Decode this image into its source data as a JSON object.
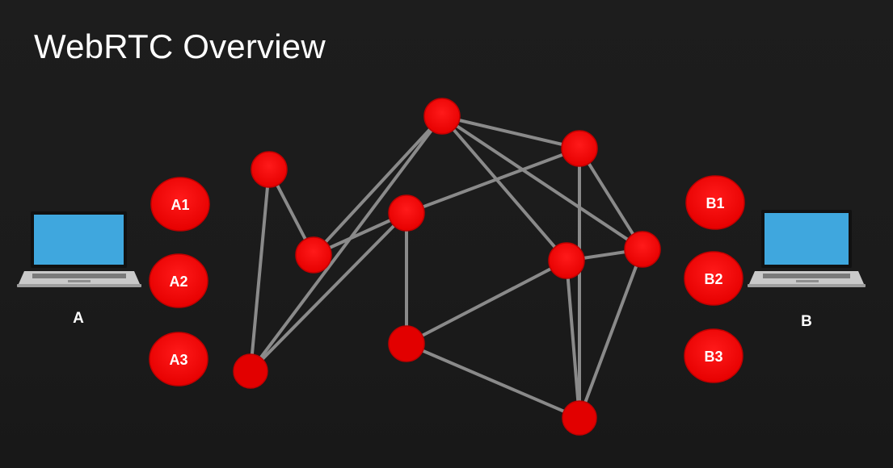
{
  "slide": {
    "title": "WebRTC Overview"
  },
  "colors": {
    "background": "#1c1c1c",
    "node_fill": "#ff0000",
    "node_stroke": "#c00000",
    "link_color": "#8a8a8a",
    "text": "#ffffff",
    "laptop_screen": "#3fa7de",
    "laptop_bezel": "#111111",
    "laptop_base": "#c9c9c9"
  },
  "peers": [
    {
      "id": "peer-a",
      "label": "A",
      "icon": "laptop-icon",
      "candidates": [
        "A1",
        "A2",
        "A3"
      ]
    },
    {
      "id": "peer-b",
      "label": "B",
      "icon": "laptop-icon",
      "candidates": [
        "B1",
        "B2",
        "B3"
      ]
    }
  ],
  "network": {
    "node_count": 10,
    "links": [
      [
        0,
        1
      ],
      [
        0,
        2
      ],
      [
        1,
        3
      ],
      [
        1,
        4
      ],
      [
        2,
        3
      ],
      [
        2,
        4
      ],
      [
        3,
        5
      ],
      [
        3,
        6
      ],
      [
        4,
        6
      ],
      [
        4,
        7
      ],
      [
        4,
        8
      ],
      [
        5,
        7
      ],
      [
        5,
        9
      ],
      [
        6,
        8
      ],
      [
        6,
        9
      ],
      [
        7,
        8
      ],
      [
        7,
        9
      ],
      [
        8,
        9
      ]
    ]
  }
}
